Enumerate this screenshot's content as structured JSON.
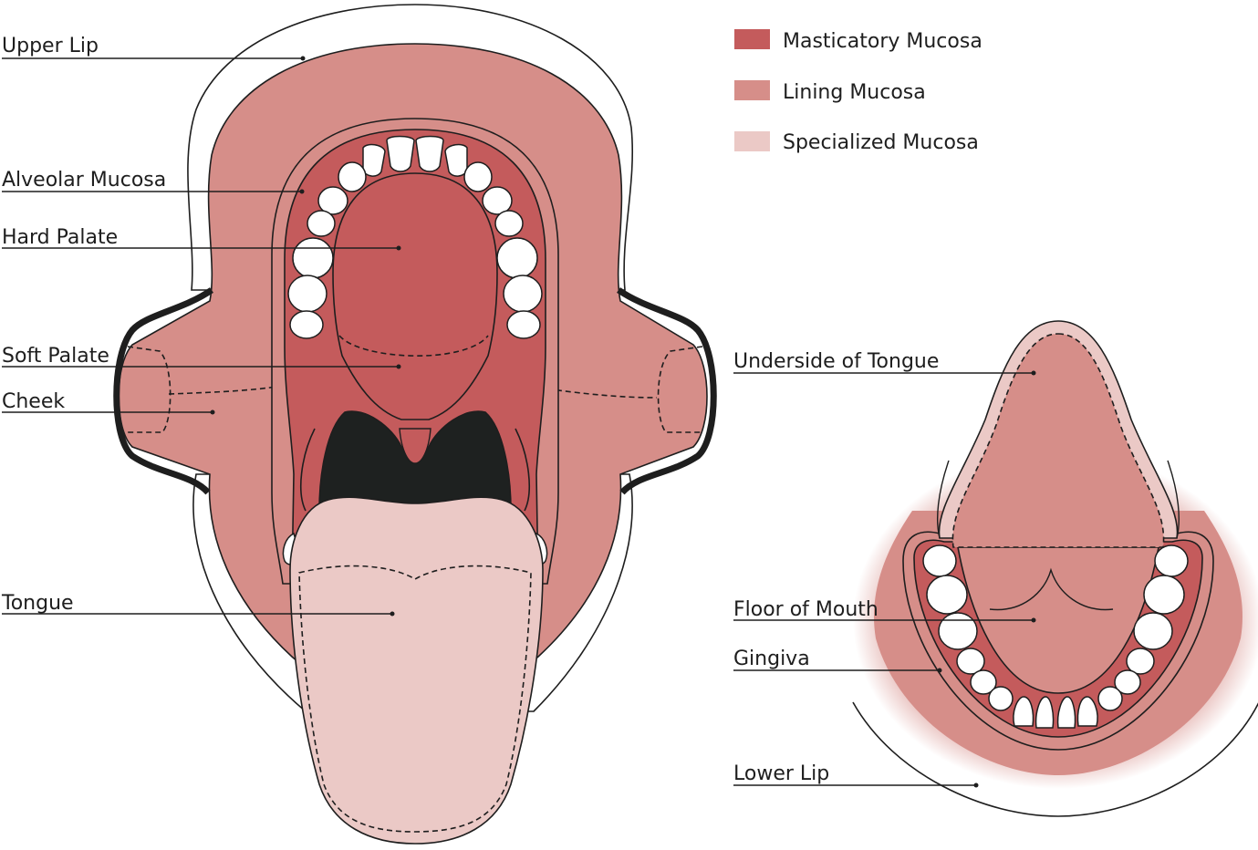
{
  "legend": [
    {
      "label": "Masticatory Mucosa",
      "color": "#c45b5c"
    },
    {
      "label": "Lining Mucosa",
      "color": "#d68e89"
    },
    {
      "label": "Specialized Mucosa",
      "color": "#ebc9c6"
    }
  ],
  "upper_labels": [
    "Upper Lip",
    "Alveolar Mucosa",
    "Hard Palate",
    "Soft Palate",
    "Cheek",
    "Tongue"
  ],
  "lower_labels": [
    "Underside of Tongue",
    "Floor of Mouth",
    "Gingiva",
    "Lower Lip"
  ],
  "colors": {
    "masticatory": "#c45b5c",
    "lining": "#d68e89",
    "specialized": "#ebc9c6",
    "outline": "#1e1e1e",
    "throat": "#1e2120",
    "tooth": "#ffffff"
  }
}
